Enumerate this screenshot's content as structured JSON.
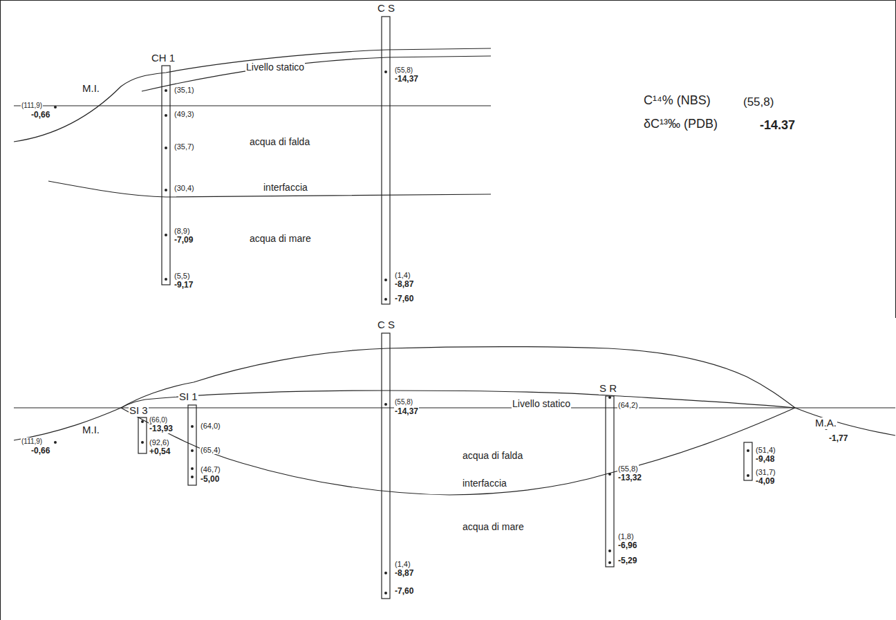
{
  "diagram": {
    "labels": [
      "C S",
      "CH 1",
      "Livello statico",
      "(55,8)",
      "-14,37",
      "M.I.",
      "(35,1)",
      "(111,9)",
      "-0,66",
      "(49,3)",
      "acqua di falda",
      "(35,7)",
      "(30,4)",
      "interfaccia",
      "(8,9)",
      "-7,09",
      "acqua di mare",
      "(5,5)",
      "-9,17",
      "(1,4)",
      "-8,87",
      "-7,60",
      "C¹⁴% (NBS)",
      "(55,8)",
      "δC¹³‰ (PDB)",
      "-14.37",
      "C S",
      "S R",
      "SI 1",
      "SI 3",
      "(55,8)",
      "-14,37",
      "Livello statico",
      "(64,2)",
      "(66,0)",
      "-13,93",
      "(64,0)",
      "M.I.",
      "(111,9)",
      "-0,66",
      "M.A.",
      "-1,77",
      "(92,6)",
      "+0,54",
      "(65,4)",
      "(51,4)",
      "-9,48",
      "acqua di falda",
      "(55,8)",
      "-13,32",
      "(31,7)",
      "-4,09",
      "(46,7)",
      "-5,00",
      "interfaccia",
      "acqua di mare",
      "(1,8)",
      "-6,96",
      "-5,29",
      "(1,4)",
      "-8,87",
      "-7,60"
    ]
  }
}
